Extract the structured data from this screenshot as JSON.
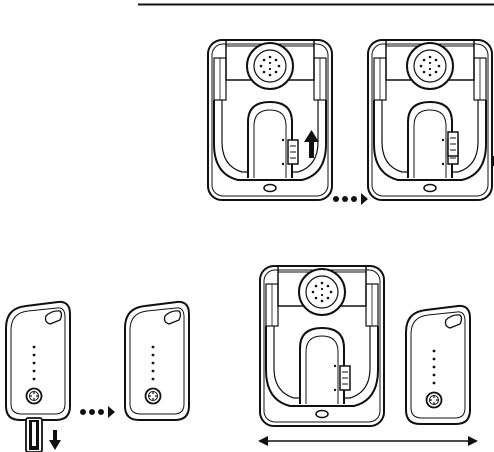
{
  "diagram": {
    "steps": [
      {
        "id": "step-1",
        "panels": [
          "base-unit-before",
          "base-unit-after"
        ],
        "connector": "dots-arrow"
      },
      {
        "id": "step-2",
        "panels": [
          "remote-with-pull-tab",
          "remote-tab-removed"
        ],
        "connector": "dots-arrow"
      },
      {
        "id": "step-3",
        "panels": [
          "base-unit-with-remote-pair"
        ],
        "connector": "double-arrow-line"
      }
    ],
    "icons": {
      "slide-switch-arrow": "up-arrow-icon",
      "pull-tab-arrow": "down-arrow-icon",
      "sequence-connector": "dots-arrow-icon",
      "distance-indicator": "double-arrow-icon"
    },
    "colors": {
      "line": "#111111",
      "fill": "#ffffff"
    }
  }
}
